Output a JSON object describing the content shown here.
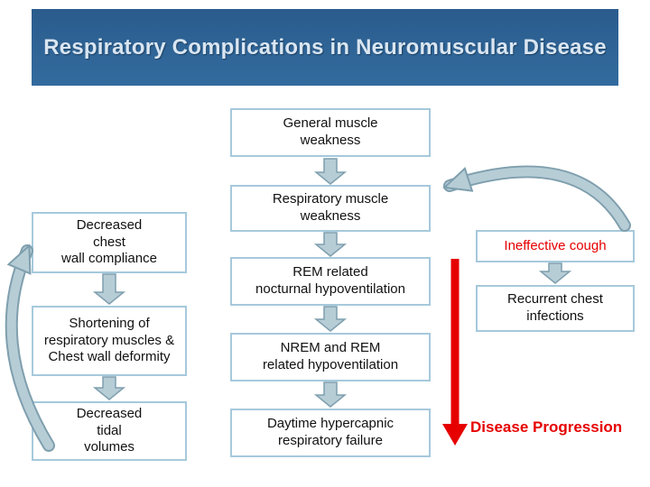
{
  "title": "Respiratory Complications in Neuromuscular Disease",
  "center_flow": [
    "General muscle\nweakness",
    "Respiratory muscle\nweakness",
    "REM related\nnocturnal hypoventilation",
    "NREM and REM\nrelated hypoventilation",
    "Daytime hypercapnic\nrespiratory failure"
  ],
  "left_flow": [
    "Decreased\nchest\nwall compliance",
    "Shortening of\nrespiratory muscles &\nChest wall deformity",
    "Decreased\ntidal\nvolumes"
  ],
  "right_flow": [
    "Ineffective cough",
    "Recurrent chest\ninfections"
  ],
  "labels": {
    "disease_progression": "Disease Progression"
  },
  "colors": {
    "banner_bg": "#2e6496",
    "banner_text": "#d9e6f2",
    "box_border": "#a6c9dc",
    "arrow_fill": "#b7cdd6",
    "arrow_outline": "#7f9fae",
    "red": "#e60000"
  }
}
